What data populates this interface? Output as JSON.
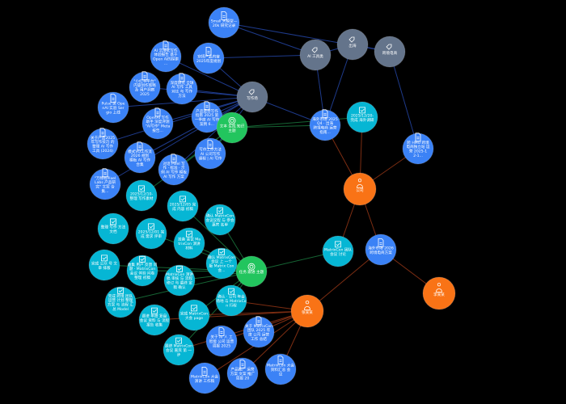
{
  "colors": {
    "doc": "#3b82f6",
    "tag": "#64748b",
    "task": "#06b6d4",
    "topic": "#22c55e",
    "person": "#f97316",
    "edge_doc": "#1e3a8a",
    "edge_task": "#166534",
    "edge_person": "#7c2d12",
    "edge_tag": "#1e3a8a"
  },
  "nodes": [
    {
      "id": "d1",
      "type": "doc",
      "label": [
        "Small 大模型—",
        "20k 研究记录"
      ]
    },
    {
      "id": "d2",
      "type": "doc",
      "label": [
        "AI 沉浸式写作",
        "体验报告 基于",
        "Open AI的探索",
        "..."
      ]
    },
    {
      "id": "d3",
      "type": "doc",
      "label": [
        "穿搭产品内容",
        "2025年度规划"
      ]
    },
    {
      "id": "d4",
      "type": "doc",
      "label": [
        "\"小红书平台\"",
        "内容创作策略",
        "及 用户洞察",
        "2025"
      ]
    },
    {
      "id": "d5",
      "type": "doc",
      "label": [
        "深度研究 全球",
        "AI 写作 工具",
        "对比 与 写作",
        "方法"
      ]
    },
    {
      "id": "d6",
      "type": "doc",
      "label": [
        "Pulse 类 Ope",
        "nAI 实验 Ser",
        "gio 上线"
      ]
    },
    {
      "id": "d7",
      "type": "doc",
      "label": [
        "OpenAI 写作",
        "助手 深度评测",
        "\"AI写作\" Meta",
        "报告..."
      ]
    },
    {
      "id": "d8",
      "type": "doc",
      "label": [
        "产品运营写作",
        "指南 2025 第",
        "一季度 AI 写作",
        "案例 6..."
      ]
    },
    {
      "id": "d9",
      "type": "doc",
      "label": [
        "关于产品2025",
        "年写作技巧 的",
        "整理 AI 写作",
        "工具 (2024)"
      ]
    },
    {
      "id": "d10",
      "type": "doc",
      "label": [
        "模式VO工作流",
        "2026 规划",
        "模板 AI 写作",
        "合集"
      ]
    },
    {
      "id": "d11",
      "type": "doc",
      "label": [
        "写作工作方法",
        "AI 公司写作",
        "课程 | AI 写作"
      ]
    },
    {
      "id": "d12",
      "type": "doc",
      "label": [
        "对话 Pixel 写",
        "作 · 标准 · 示",
        "例 AI 写作 模板",
        "AI 写作 方案"
      ]
    },
    {
      "id": "d13",
      "type": "doc",
      "label": [
        "\"万物有Pixel",
        "Labs 产品研",
        "究\" 文案 合",
        "集..."
      ]
    },
    {
      "id": "d14",
      "type": "doc",
      "label": [
        "海外市场 2025",
        "Q4 · 出海",
        "跨境电商 运营",
        "指南..."
      ]
    },
    {
      "id": "d15",
      "type": "doc",
      "label": [
        "跨 HMU 跨境",
        "电商独立站 运",
        "营 2025-1",
        "2-1..."
      ]
    },
    {
      "id": "d16",
      "type": "doc",
      "label": [
        "海外市场 2026",
        "跨境电商方案"
      ]
    },
    {
      "id": "d17",
      "type": "doc",
      "label": [
        "关于 AI 人 工",
        "智能 公司 运营",
        "周报 2025"
      ]
    },
    {
      "id": "d18",
      "type": "doc",
      "label": [
        "关于 MatrixCon",
        "团队 2025 年",
        "度 公司 运营",
        "工作 总结"
      ]
    },
    {
      "id": "d19",
      "type": "doc",
      "label": [
        "MatrixCon 大会",
        "演讲 工作稿"
      ]
    },
    {
      "id": "d20",
      "type": "doc",
      "label": [
        "产品推广 运营",
        "方案 文案 推广",
        "周报 20"
      ]
    },
    {
      "id": "d21",
      "type": "doc",
      "label": [
        "MatrixCon 大会",
        "资料汇总 会",
        "议"
      ]
    },
    {
      "id": "g1",
      "type": "tag",
      "label": [
        "写作场"
      ]
    },
    {
      "id": "g2",
      "type": "tag",
      "label": [
        "AI 工具类"
      ]
    },
    {
      "id": "g3",
      "type": "tag",
      "label": [
        "出海"
      ]
    },
    {
      "id": "g4",
      "type": "tag",
      "label": [
        "跨境电商"
      ]
    },
    {
      "id": "t0",
      "type": "task",
      "label": [
        "2025/12/20-",
        "完成 海外调研"
      ]
    },
    {
      "id": "t1",
      "type": "task",
      "label": [
        "2025/12/10-",
        "整理 写作素材"
      ]
    },
    {
      "id": "t2",
      "type": "task",
      "label": [
        "2025/12/05 完",
        "成 内容 初稿"
      ]
    },
    {
      "id": "t3",
      "type": "task",
      "label": [
        "确认 MatrixCon",
        "会议议程 与 参会",
        "嘉宾 名单"
      ]
    },
    {
      "id": "t4",
      "type": "task",
      "label": [
        "整理 写作 方法",
        "文档"
      ]
    },
    {
      "id": "t5",
      "type": "task",
      "label": [
        "2025/12/01 完",
        "成 需求 评审"
      ]
    },
    {
      "id": "t6",
      "type": "task",
      "label": [
        "准备 会议 Ma",
        "trixCon 演讲",
        "材料"
      ]
    },
    {
      "id": "t7",
      "type": "task",
      "label": [
        "完成 公众 号 文",
        "章 排版"
      ]
    },
    {
      "id": "t8",
      "type": "task",
      "label": [
        "收集 用户 反馈 问",
        "题 · MatrixCon",
        "会议 体验 问卷",
        "整理 初稿"
      ]
    },
    {
      "id": "t9",
      "type": "task",
      "label": [
        "确认 MatrixCon",
        "会议 上 一个",
        "版 Matrix Con",
        "会..."
      ]
    },
    {
      "id": "t10",
      "type": "task",
      "label": [
        "MatrixCon 演讲",
        "稿 审核 与 流程",
        "修订 与 最终 定",
        "稿 确认"
      ]
    },
    {
      "id": "t11",
      "type": "task",
      "label": [
        "完成 跨境 团队",
        "运营 计划 整理",
        "方案 与 流程 汇",
        "总 Model"
      ]
    },
    {
      "id": "t12",
      "type": "task",
      "label": [
        "跟进 年度 复盘",
        "会议 资料 与 流程",
        "报告 收集"
      ]
    },
    {
      "id": "t13",
      "type": "task",
      "label": [
        "完成 MatrixCon",
        "大会 page"
      ]
    },
    {
      "id": "t14",
      "type": "task",
      "label": [
        "确认 · 公司 年会",
        "场地 与 MatrixCo",
        "n 行程"
      ]
    },
    {
      "id": "t15",
      "type": "task",
      "label": [
        "跟进 MatrixCon",
        "会议 嘉宾 第 一",
        "步"
      ]
    },
    {
      "id": "t16",
      "type": "task",
      "label": [
        "MatrixCon 团队",
        "会议 讨论"
      ]
    },
    {
      "id": "p1",
      "type": "topic",
      "label": [
        "文本 生成 知识",
        "主题"
      ]
    },
    {
      "id": "p2",
      "type": "topic",
      "label": [
        "任务 跟进 主题"
      ]
    },
    {
      "id": "u1",
      "type": "person",
      "label": [
        "公司"
      ]
    },
    {
      "id": "u2",
      "type": "person",
      "label": [
        "张某某"
      ]
    },
    {
      "id": "u3",
      "type": "person",
      "label": [
        "李某某"
      ]
    }
  ],
  "edges": [
    [
      "d1",
      "g2"
    ],
    [
      "d2",
      "g1"
    ],
    [
      "d3",
      "g1"
    ],
    [
      "d4",
      "g1"
    ],
    [
      "d5",
      "g1"
    ],
    [
      "d6",
      "g1"
    ],
    [
      "d7",
      "g1"
    ],
    [
      "d8",
      "g1"
    ],
    [
      "d9",
      "g1"
    ],
    [
      "d10",
      "g1"
    ],
    [
      "d11",
      "g1"
    ],
    [
      "d12",
      "g1"
    ],
    [
      "d13",
      "g1"
    ],
    [
      "d1",
      "g4"
    ],
    [
      "d3",
      "g2"
    ],
    [
      "g1",
      "d14"
    ],
    [
      "g2",
      "d14"
    ],
    [
      "g3",
      "d14"
    ],
    [
      "g2",
      "g3"
    ],
    [
      "g3",
      "g4"
    ],
    [
      "g4",
      "d15"
    ],
    [
      "p1",
      "d14"
    ],
    [
      "p1",
      "d11"
    ],
    [
      "p1",
      "d12"
    ],
    [
      "p1",
      "t1"
    ],
    [
      "p1",
      "t0"
    ],
    [
      "p2",
      "t3"
    ],
    [
      "p2",
      "t6"
    ],
    [
      "p2",
      "t8"
    ],
    [
      "p2",
      "t9"
    ],
    [
      "p2",
      "t10"
    ],
    [
      "p2",
      "t11"
    ],
    [
      "p2",
      "t5"
    ],
    [
      "p2",
      "t7"
    ],
    [
      "p2",
      "t13"
    ],
    [
      "p2",
      "t14"
    ],
    [
      "p2",
      "t16"
    ],
    [
      "p2",
      "t2"
    ],
    [
      "p2",
      "t15"
    ],
    [
      "u1",
      "d14"
    ],
    [
      "u1",
      "t0"
    ],
    [
      "u1",
      "d15"
    ],
    [
      "u1",
      "t16"
    ],
    [
      "u1",
      "d16"
    ],
    [
      "u2",
      "d16"
    ],
    [
      "u3",
      "d16"
    ],
    [
      "u2",
      "t14"
    ],
    [
      "u2",
      "t13"
    ],
    [
      "u2",
      "t12"
    ],
    [
      "u2",
      "d17"
    ],
    [
      "u2",
      "d18"
    ],
    [
      "u2",
      "d19"
    ],
    [
      "u2",
      "d20"
    ],
    [
      "u2",
      "d21"
    ],
    [
      "u2",
      "t15"
    ]
  ]
}
